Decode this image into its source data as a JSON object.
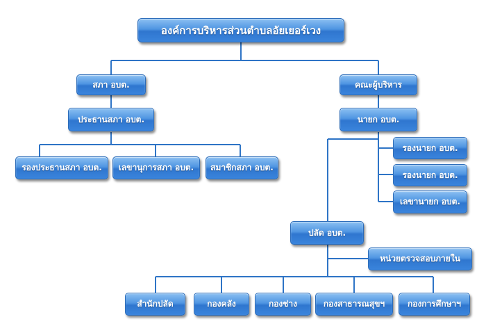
{
  "org": {
    "top": "องค์การบริหารส่วนตำบลอัยเยอร์เวง",
    "council": "สภา อบต.",
    "council_chair": "ประธานสภา อบต.",
    "council_vice_chair": "รองประธานสภา อบต.",
    "council_secretary": "เลขานุการสภา อบต.",
    "council_member": "สมาชิกสภา อบต.",
    "executive": "คณะผู้บริหาร",
    "mayor": "นายก อบต.",
    "deputy_1": "รองนายก อบต.",
    "deputy_2": "รองนายก อบต.",
    "mayor_secretary": "เลขานายก อบต.",
    "chief_admin": "ปลัด อบต.",
    "internal_audit": "หน่วยตรวจสอบภายใน",
    "office_chief_admin": "สำนักปลัด",
    "finance_division": "กองคลัง",
    "engineering_division": "กองช่าง",
    "public_health_division": "กองสาธารณสุขฯ",
    "education_division": "กองการศึกษาฯ"
  },
  "colors": {
    "node_fill": "#3f88de",
    "line": "#2e74c6"
  }
}
